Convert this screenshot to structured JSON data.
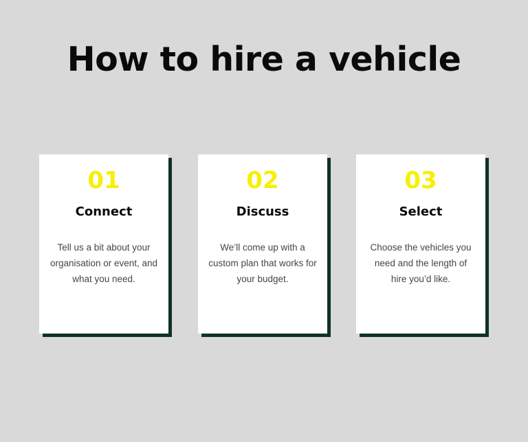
{
  "page": {
    "title": "How to hire a vehicle",
    "background_color": "#d9d9d9"
  },
  "colors": {
    "number_accent": "#f7f000",
    "card_shadow": "#0f3324",
    "card_background": "#ffffff",
    "heading_text": "#0a0a0a",
    "body_text": "#4b4343"
  },
  "steps": [
    {
      "number": "01",
      "heading": "Connect",
      "description": "Tell us a bit about your organisation or event, and what you need."
    },
    {
      "number": "02",
      "heading": "Discuss",
      "description": "We’ll come up with a custom plan that works for your budget."
    },
    {
      "number": "03",
      "heading": "Select",
      "description": "Choose the vehicles you need and the length of hire you’d like."
    }
  ]
}
